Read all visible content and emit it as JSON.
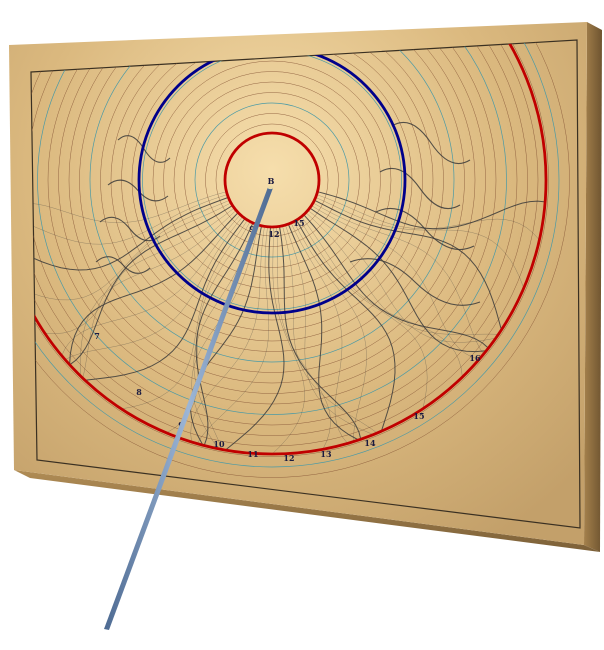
{
  "center_label": "B",
  "inner_hour_labels": [
    "9",
    "12",
    "15"
  ],
  "outer_hour_labels": [
    "7",
    "8",
    "9",
    "10",
    "11",
    "12",
    "13",
    "14",
    "15",
    "16"
  ],
  "colors": {
    "board_face": "#d8b67c",
    "board_highlight": "#f2d8a3",
    "board_shadow": "#b89058",
    "board_edge_right": "#8a6a3e",
    "board_edge_bottom": "#a07e4a",
    "panel_border": "#3a3022",
    "red_circle": "#c00000",
    "blue_circle": "#00008b",
    "declination_lines": "#8a5a3a",
    "teal_lines": "#4a9aa6",
    "hour_lines": "#3a3a3a",
    "gnomon": "#6f8fb7",
    "labels": "#1a1a40"
  }
}
